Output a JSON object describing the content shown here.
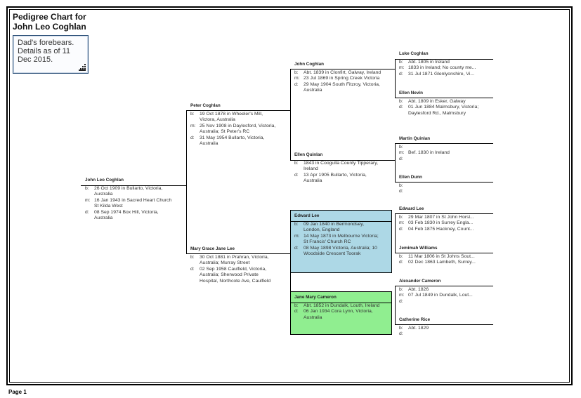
{
  "title_line1": "Pedigree Chart for",
  "title_line2": "John Leo Coghlan",
  "note": {
    "line1": "Dad's forebears.",
    "line2": "Details as of 11",
    "line3": "Dec 2015."
  },
  "footer": "Page 1",
  "colors": {
    "highlight_blue": "#add8e6",
    "highlight_green": "#90ee90"
  },
  "persons": [
    {
      "name": "John Leo Coghlan",
      "events": [
        {
          "l": "b:",
          "t": "26 Oct 1909 in Bullarto, Victoria, Australia"
        },
        {
          "l": "m:",
          "t": "16 Jan 1943 in Sacred Heart Church St Kilda West"
        },
        {
          "l": "d:",
          "t": "08 Sep 1974 Box Hill, Victoria, Australia"
        }
      ]
    },
    {
      "name": "Peter Coghlan",
      "events": [
        {
          "l": "b:",
          "t": "19 Oct 1878 in Wheeler's Mill, Victora, Australia"
        },
        {
          "l": "m:",
          "t": "25 Nov 1908 in Daylesford, Victoria, Australia; St Peter's RC"
        },
        {
          "l": "d:",
          "t": "31 May 1954 Bullarto, Victoria, Australia"
        }
      ]
    },
    {
      "name": "Mary Grace Jane Lee",
      "events": [
        {
          "l": "b:",
          "t": "30 Oct 1881 in Prahran, Victoria, Australia; Murray Street"
        },
        {
          "l": "d:",
          "t": "02 Sep 1958 Caulfield, Victoria, Australia; Sherwood Private Hospital, Northcote Ave, Caulfield"
        }
      ]
    },
    {
      "name": "John Coghlan",
      "events": [
        {
          "l": "b:",
          "t": "Abt. 1839 in Clonfirt, Galway, Ireland"
        },
        {
          "l": "m:",
          "t": "23 Jul 1869 in Spring Creek Victoria"
        },
        {
          "l": "d:",
          "t": "29 May 1904 South Fitzroy, Victoria, Australia"
        }
      ]
    },
    {
      "name": "Ellen Quinlan",
      "events": [
        {
          "l": "b:",
          "t": "1843 in Coogulla County Tipperary, Ireland"
        },
        {
          "l": "d:",
          "t": "13 Apr 1905 Bullarto, Victoria, Australia"
        }
      ]
    },
    {
      "name": "Edward Lee",
      "events": [
        {
          "l": "b:",
          "t": "09 Jan 1840 in Bermondsey, London, England"
        },
        {
          "l": "m:",
          "t": "14 May 1873 in Melbourne Victoria; St Francis' Church RC"
        },
        {
          "l": "d:",
          "t": "08 May 1898 Victoria, Australia; 10 Woodside Crescent Toorak"
        }
      ]
    },
    {
      "name": "Jane Mary Cameron",
      "events": [
        {
          "l": "b:",
          "t": "Abt. 1852 in Dundalk, Louth, Ireland"
        },
        {
          "l": "d:",
          "t": "06 Jan 1934 Cora Lynn, Victoria, Australia"
        }
      ]
    },
    {
      "name": "Luke Coghlan",
      "events": [
        {
          "l": "b:",
          "t": "Abt. 1805 in Ireland"
        },
        {
          "l": "m:",
          "t": "1833 in Ireland; No county me..."
        },
        {
          "l": "d:",
          "t": "31 Jul 1871 Glenlyonshire, Vi..."
        }
      ]
    },
    {
      "name": "Ellen Nevin",
      "events": [
        {
          "l": "b:",
          "t": "Abt. 1809 in Esker, Galway"
        },
        {
          "l": "d:",
          "t": "01 Jun 1884 Malmsbury, Victoria; Daylesford Rd., Malmsbury"
        }
      ]
    },
    {
      "name": "Martin Quinlan",
      "events": [
        {
          "l": "b:",
          "t": ""
        },
        {
          "l": "m:",
          "t": "Bef. 1830 in Ireland"
        },
        {
          "l": "d:",
          "t": ""
        }
      ]
    },
    {
      "name": "Ellen Dunn",
      "events": [
        {
          "l": "b:",
          "t": ""
        },
        {
          "l": "d:",
          "t": ""
        }
      ]
    },
    {
      "name": "Edward Lee",
      "events": [
        {
          "l": "b:",
          "t": "29 Mar 1807 in St John Horsl..."
        },
        {
          "l": "m:",
          "t": "03 Feb 1830 in Surrey Engla..."
        },
        {
          "l": "d:",
          "t": "04 Feb 1875 Hackney, Count..."
        }
      ]
    },
    {
      "name": "Jemimah Williams",
      "events": [
        {
          "l": "b:",
          "t": "11 Mar 1806 in St Johns Sout..."
        },
        {
          "l": "d:",
          "t": "02 Dec 1863 Lambeth, Surrey..."
        }
      ]
    },
    {
      "name": "Alexander Cameron",
      "events": [
        {
          "l": "b:",
          "t": "Abt. 1826"
        },
        {
          "l": "m:",
          "t": "07 Jul 1849 in Dundalk, Lout..."
        },
        {
          "l": "d:",
          "t": ""
        }
      ]
    },
    {
      "name": "Catherine Rice",
      "events": [
        {
          "l": "b:",
          "t": "Abt. 1829"
        },
        {
          "l": "d:",
          "t": ""
        }
      ]
    }
  ]
}
